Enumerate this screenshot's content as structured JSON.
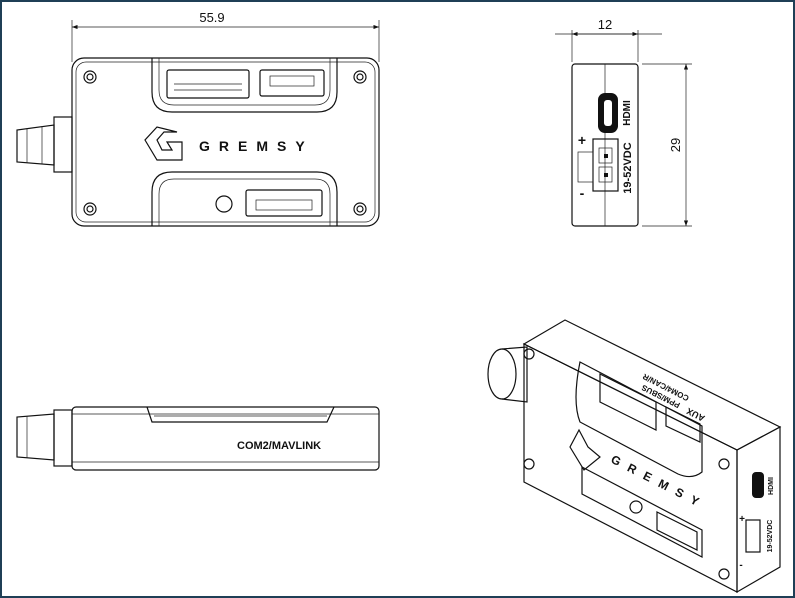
{
  "dimensions": {
    "width": "55.9",
    "depth": "12",
    "height": "29"
  },
  "brand": "GREMSY",
  "labels": {
    "com2": "COM2/MAVLINK",
    "hdmi": "HDMI",
    "power": "19-52VDC",
    "plus": "+",
    "minus": "-",
    "com4": "COM4/CAN/R",
    "ppm": "PPM/SBUS",
    "aux": "AUX"
  }
}
